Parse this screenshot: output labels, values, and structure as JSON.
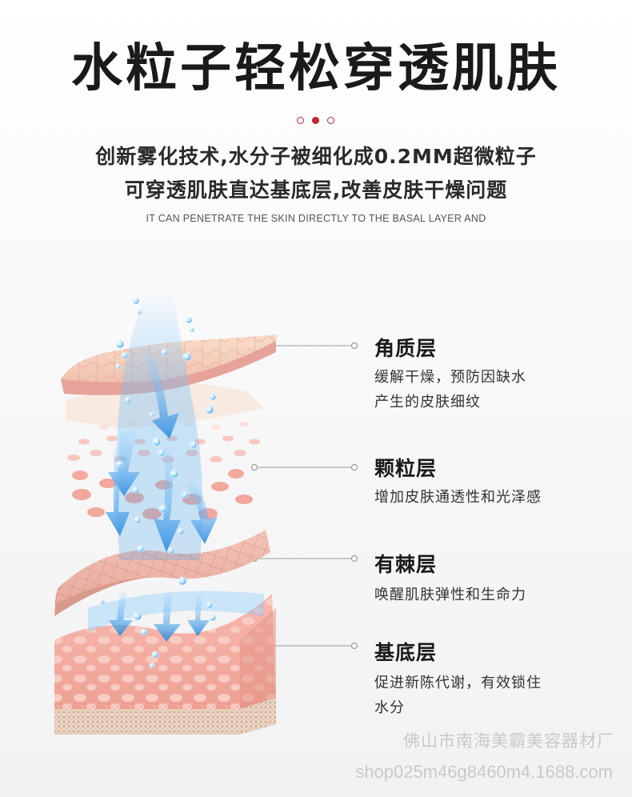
{
  "title": "水粒子轻松穿透肌肤",
  "subtitle": [
    "创新雾化技术,水分子被细化成0.2MM超微粒子",
    "可穿透肌肤直达基底层,改善皮肤干燥问题"
  ],
  "english": "IT CAN PENETRATE THE SKIN DIRECTLY TO THE BASAL LAYER AND",
  "layers": [
    {
      "name": "角质层",
      "desc": [
        "缓解干燥，预防因缺水",
        "产生的皮肤细纹"
      ]
    },
    {
      "name": "颗粒层",
      "desc": [
        "增加皮肤通透性和光泽感"
      ]
    },
    {
      "name": "有棘层",
      "desc": [
        "唤醒肌肤弹性和生命力"
      ]
    },
    {
      "name": "基底层",
      "desc": [
        "促进新陈代谢，有效锁住",
        "水分"
      ]
    }
  ],
  "watermark": {
    "company": "佛山市南海美霸美容器材厂",
    "shop": "shop025m46g8460m4.1688.com"
  },
  "colors": {
    "accent": "#c5262b",
    "skin": "#f2b0a6",
    "water": "#3d9fe8"
  }
}
